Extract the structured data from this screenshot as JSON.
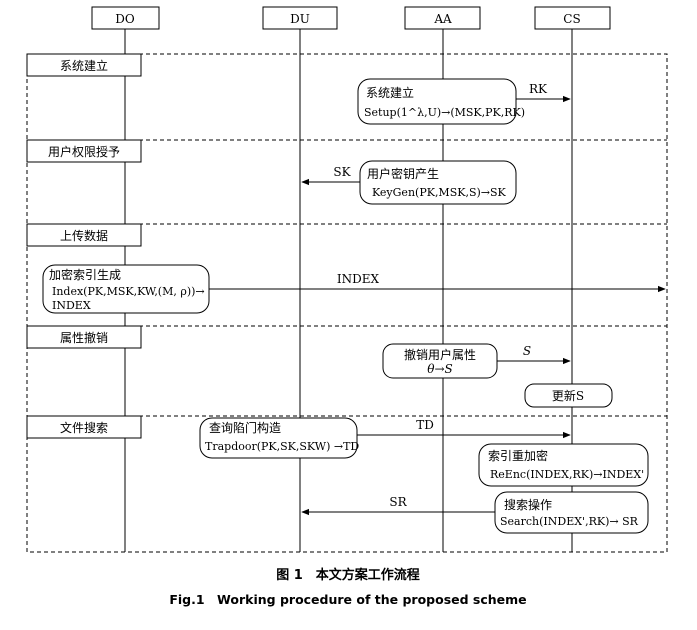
{
  "participants": {
    "do": "DO",
    "du": "DU",
    "aa": "AA",
    "cs": "CS"
  },
  "phases": {
    "setup": "系统建立",
    "grant": "用户权限授予",
    "upload": "上传数据",
    "revoke": "属性撤销",
    "search": "文件搜索"
  },
  "boxes": {
    "sys_setup": {
      "title": "系统建立",
      "formula": "Setup(1^λ,U)→(MSK,PK,RK)"
    },
    "user_key": {
      "title": "用户密钥产生",
      "formula": "KeyGen(PK,MSK,S)→SK"
    },
    "index_gen": {
      "title": "加密索引生成",
      "formula_line1": "Index(PK,MSK,KW,(M, ρ))→",
      "formula_line2": "INDEX"
    },
    "revoke_attr": {
      "title": "撤销用户属性",
      "formula": "θ→S"
    },
    "update": {
      "title": "更新S"
    },
    "trapdoor": {
      "title": "查询陷门构造",
      "formula": "Trapdoor(PK,SK,SKW) →TD"
    },
    "reenc": {
      "title": "索引重加密",
      "formula": "ReEnc(INDEX,RK)→INDEX'"
    },
    "search_op": {
      "title": "搜索操作",
      "formula": "Search(INDEX',RK)→ SR"
    }
  },
  "messages": {
    "rk": "RK",
    "sk": "SK",
    "index": "INDEX",
    "s": "S",
    "td": "TD",
    "sr": "SR"
  },
  "caption": {
    "cn": "图 1　本文方案工作流程",
    "en": "Fig.1　Working procedure of the proposed scheme"
  }
}
